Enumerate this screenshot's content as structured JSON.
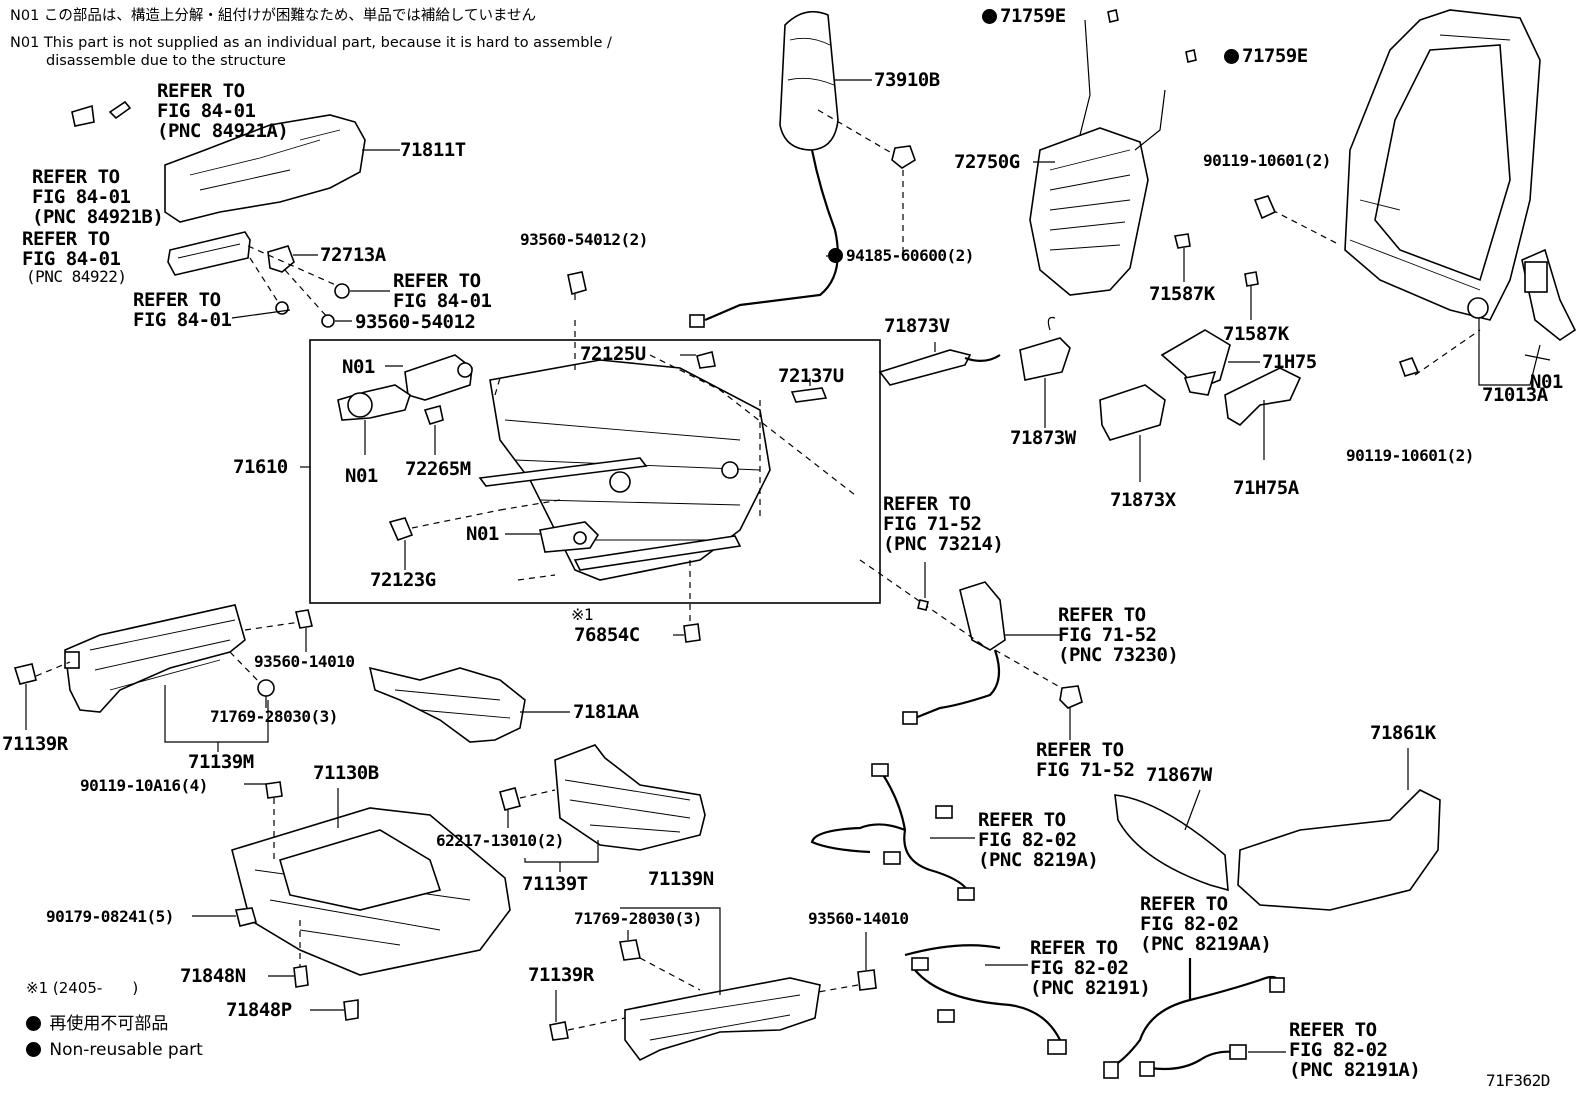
{
  "notes": {
    "n01_jp": "N01 この部品は、構造上分解・組付けが困難なため、単品では補給していません",
    "n01_en_1": "N01 This part is not supplied as an individual part, because it is hard to assemble /",
    "n01_en_2": "disassemble due to the structure"
  },
  "labels": {
    "p73910B": "73910B",
    "p71759E_a": "71759E",
    "p71759E_b": "71759E",
    "p71811T": "71811T",
    "ref_84921A": "REFER TO\nFIG 84-01\n(PNC 84921A)",
    "ref_84921B": "REFER TO\nFIG 84-01\n(PNC 84921B)",
    "ref_84922": "REFER TO\nFIG 84-01",
    "ref_84922_pnc": "(PNC 84922)",
    "p72713A": "72713A",
    "ref_84_a": "REFER TO\nFIG 84-01",
    "ref_84_b": "REFER TO\nFIG 84-01",
    "p93560_54012": "93560-54012",
    "p93560_54012_2": "93560-54012(2)",
    "p94185": "94185-60600(2)",
    "p72750G": "72750G",
    "p90119_10601_a": "90119-10601(2)",
    "p71587K_a": "71587K",
    "p71587K_b": "71587K",
    "p71H75": "71H75",
    "p71H75A": "71H75A",
    "p71873V": "71873V",
    "p71873W": "71873W",
    "p71873X": "71873X",
    "p72125U": "72125U",
    "p72137U": "72137U",
    "n01_a": "N01",
    "n01_b": "N01",
    "n01_c": "N01",
    "n01_d": "N01",
    "p72265M": "72265M",
    "p71610": "71610",
    "p72123G": "72123G",
    "ref_73214": "REFER TO\nFIG 71-52\n(PNC 73214)",
    "ref_73230": "REFER TO\nFIG 71-52\n(PNC 73230)",
    "ref_7152": "REFER TO\nFIG 71-52",
    "p90119_10601_b": "90119-10601(2)",
    "p71013A": "71013A",
    "mark1": "※1",
    "p76854C": "76854C",
    "p93560_14010_a": "93560-14010",
    "p71769_a": "71769-28030(3)",
    "p71139R_a": "71139R",
    "p71139M": "71139M",
    "p7181AA": "7181AA",
    "p90119_10A16": "90119-10A16(4)",
    "p71130B": "71130B",
    "p62217": "62217-13010(2)",
    "p71139T": "71139T",
    "p90179": "90179-08241(5)",
    "p71139N": "71139N",
    "p71769_b": "71769-28030(3)",
    "p71139R_b": "71139R",
    "p93560_14010_b": "93560-14010",
    "p71848N": "71848N",
    "p71848P": "71848P",
    "ref_8219A": "REFER TO\nFIG 82-02\n(PNC 8219A)",
    "ref_82191": "REFER TO\nFIG 82-02\n(PNC 82191)",
    "ref_8219AA": "REFER TO\nFIG 82-02\n(PNC 8219AA)",
    "ref_82191A": "REFER TO\nFIG 82-02\n(PNC 82191A)",
    "p71867W": "71867W",
    "p71861K": "71861K",
    "diagram_id": "71F362D"
  },
  "legend": {
    "mark1_range": "※1 (2405-　　)",
    "nonreuse_jp": "再使用不可部品",
    "nonreuse_en": "Non-reusable part"
  }
}
